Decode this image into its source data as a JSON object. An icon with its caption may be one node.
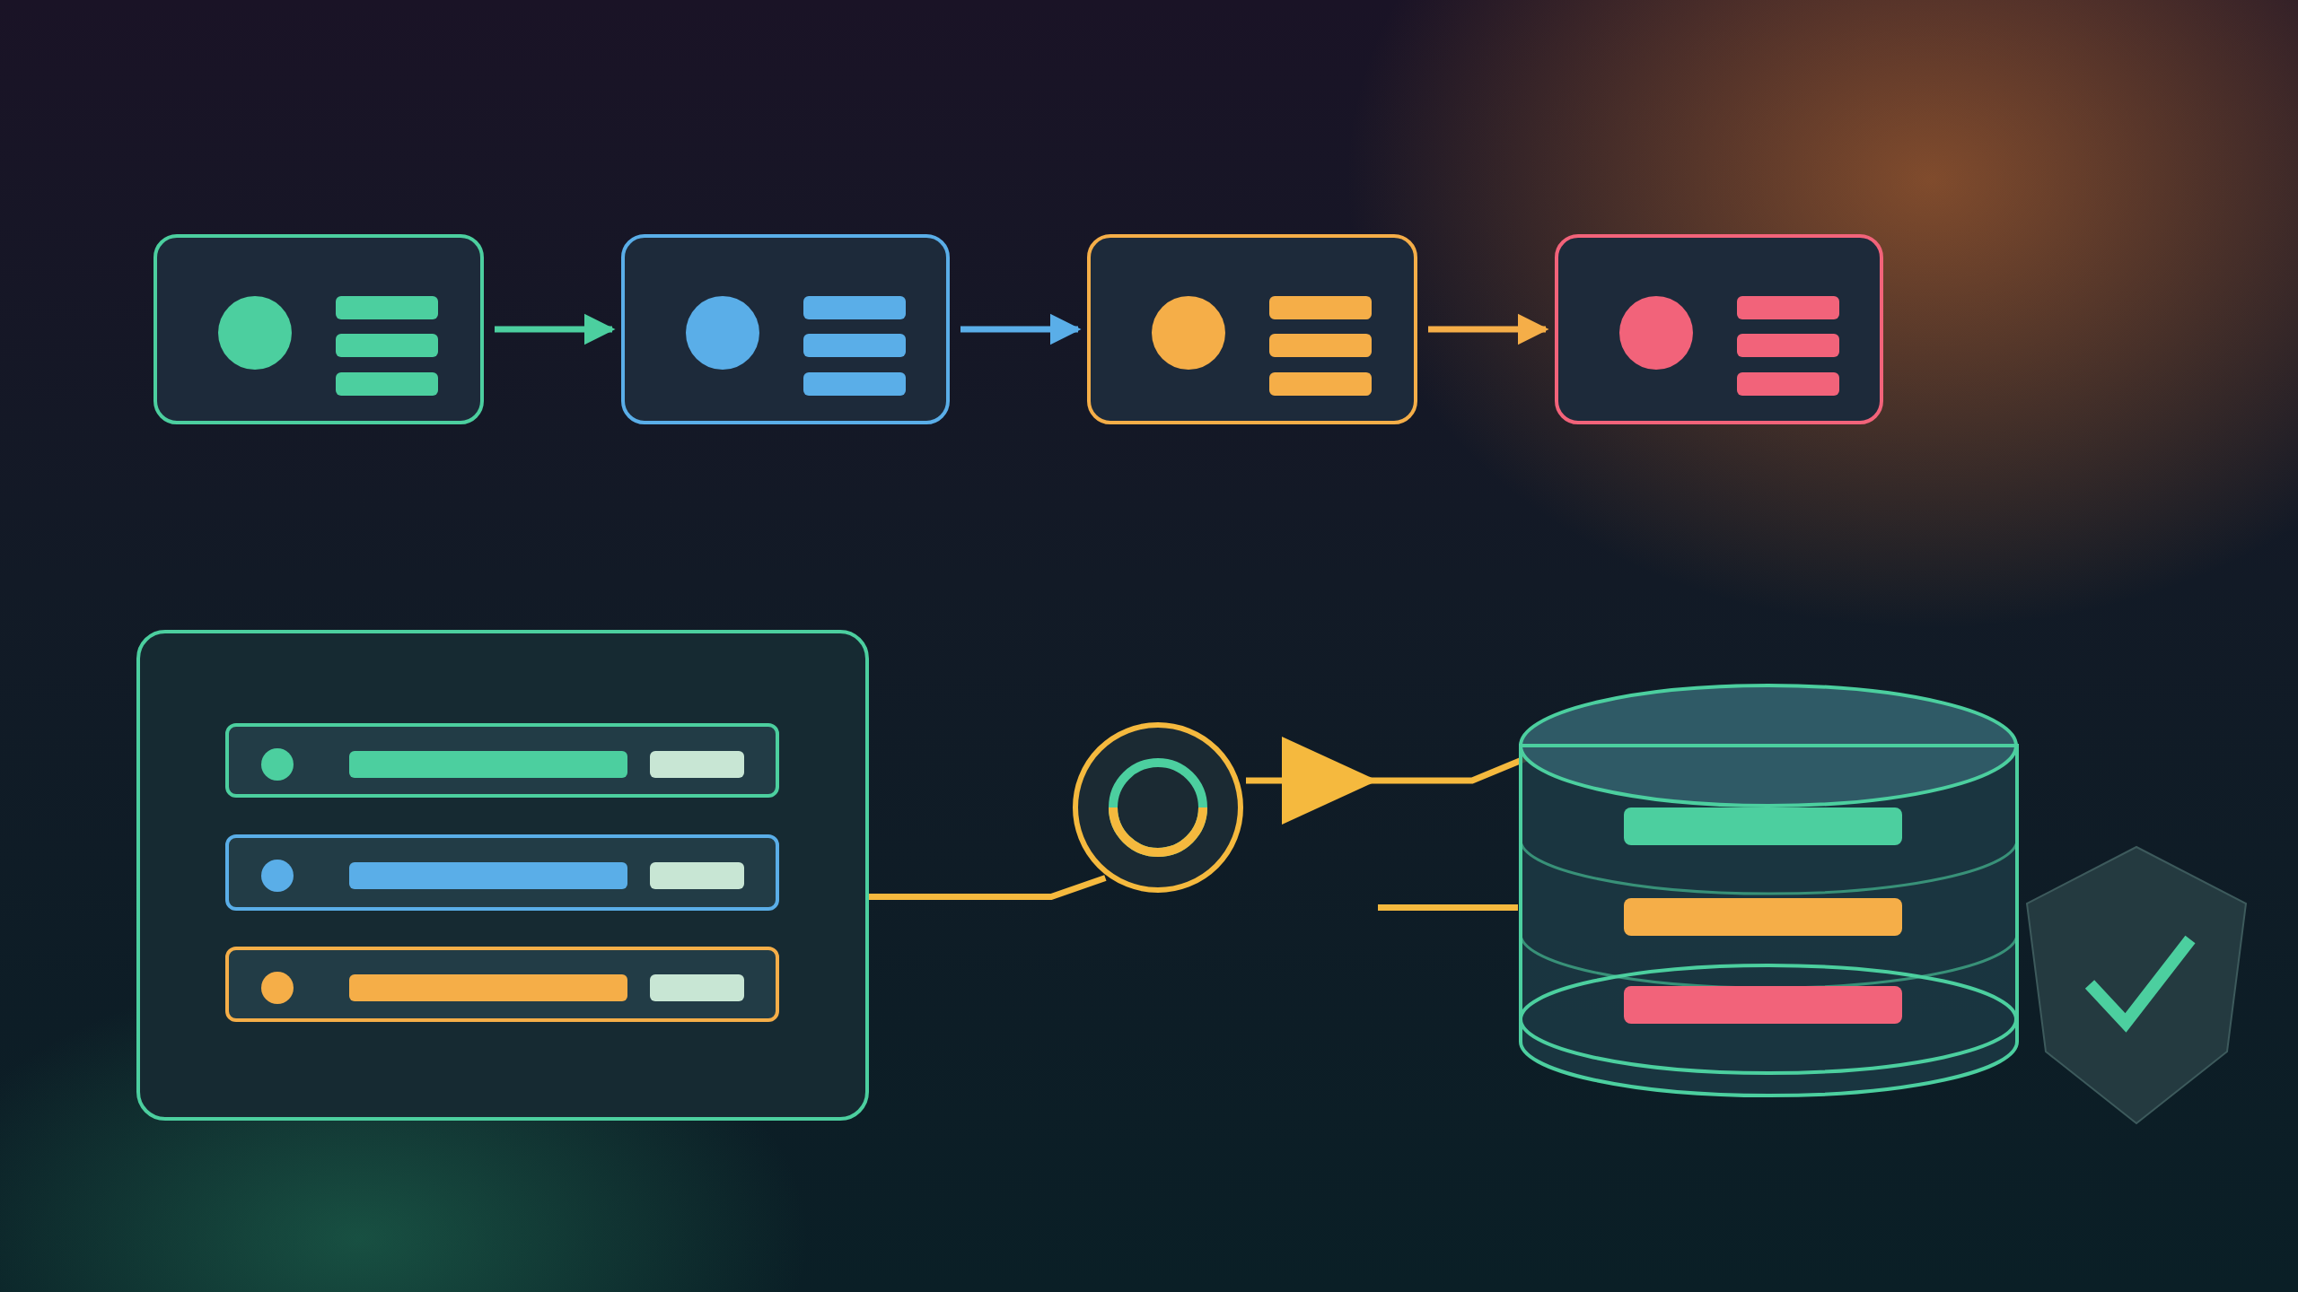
{
  "diagram": {
    "nodes": [
      {
        "text": [],
        "shape": "box"
      },
      {
        "text": [],
        "shape": "box"
      },
      {
        "text": [],
        "shape": "box"
      },
      {
        "text": [],
        "shape": "box"
      },
      {
        "text": [],
        "shape": "box"
      },
      {
        "text": [],
        "shape": "bar",
        "in": 4
      },
      {
        "text": [],
        "shape": "bar",
        "in": 4
      },
      {
        "text": [],
        "shape": "bar",
        "in": 4
      },
      {
        "text": [],
        "shape": "circle"
      },
      {
        "text": [],
        "shape": "cylinder"
      },
      {
        "text": [],
        "shape": "shield"
      }
    ],
    "edges": [
      {
        "from": 0,
        "to": 1,
        "arrow": "to",
        "color": "#4ccf9f"
      },
      {
        "from": 1,
        "to": 2,
        "arrow": "to",
        "color": "#5aaee8"
      },
      {
        "from": 2,
        "to": 3,
        "arrow": "to",
        "color": "#f5ae48"
      },
      {
        "from": 4,
        "to": 8,
        "arrow": "none",
        "color": "#f5b93e"
      },
      {
        "from": 8,
        "to": 9,
        "arrow": "to",
        "color": "#f5b93e"
      },
      {
        "from": null,
        "to": 9,
        "arrow": "none",
        "color": "#f5b93e"
      }
    ]
  }
}
